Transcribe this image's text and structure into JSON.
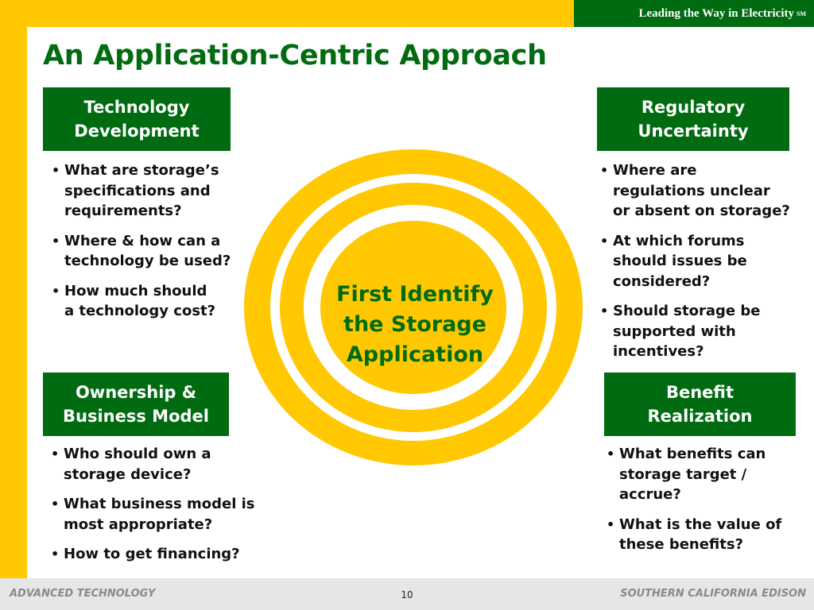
{
  "header": {
    "tagline": "Leading the Way in Electricity",
    "tagline_mark": "SM"
  },
  "title": "An Application-Centric Approach",
  "center_label": [
    "First Identify",
    "the Storage",
    "Application"
  ],
  "sections": {
    "technology": {
      "heading": [
        "Technology",
        "Development"
      ],
      "bullets": [
        "What are storage’s\nspecifications and\nrequirements?",
        "Where & how can a\ntechnology be used?",
        "How much should\na technology cost?"
      ]
    },
    "regulatory": {
      "heading": [
        "Regulatory",
        "Uncertainty"
      ],
      "bullets": [
        "Where are\nregulations unclear\nor absent on storage?",
        "At which forums\nshould issues be\nconsidered?",
        "Should storage be\nsupported with\nincentives?"
      ]
    },
    "ownership": {
      "heading": [
        "Ownership &",
        "Business Model"
      ],
      "bullets": [
        "Who should own a\nstorage device?",
        "What business model is\nmost appropriate?",
        "How to get financing?"
      ]
    },
    "benefit": {
      "heading": [
        "Benefit",
        "Realization"
      ],
      "bullets": [
        "What benefits can\nstorage target /\naccrue?",
        "What is the value of\nthese benefits?"
      ]
    }
  },
  "footer": {
    "left": "ADVANCED TECHNOLOGY",
    "page_number": "10",
    "right": "SOUTHERN CALIFORNIA EDISON"
  },
  "colors": {
    "brand_green": "#006b10",
    "accent_yellow": "#ffc800"
  }
}
